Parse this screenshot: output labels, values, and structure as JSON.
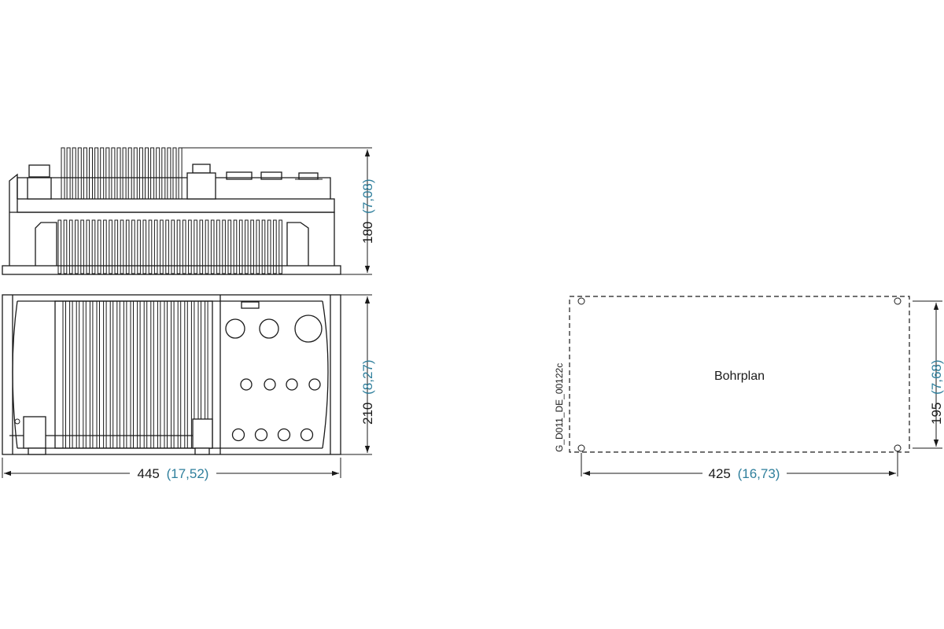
{
  "dimensions": {
    "height_side": {
      "value": "180",
      "imperial": "(7,08)"
    },
    "depth_front": {
      "value": "210",
      "imperial": "(8,27)"
    },
    "width_unit": {
      "value": "445",
      "imperial": "(17,52)"
    },
    "drill_depth": {
      "value": "195",
      "imperial": "(7,68)"
    },
    "drill_width": {
      "value": "425",
      "imperial": "(16,73)"
    }
  },
  "drill_plan": {
    "label": "Bohrplan"
  },
  "drawing_id": "G_D011_DE_00122c",
  "colors": {
    "line": "#1a1a1a",
    "imperial_text": "#2f7f9c",
    "background": "#ffffff"
  }
}
